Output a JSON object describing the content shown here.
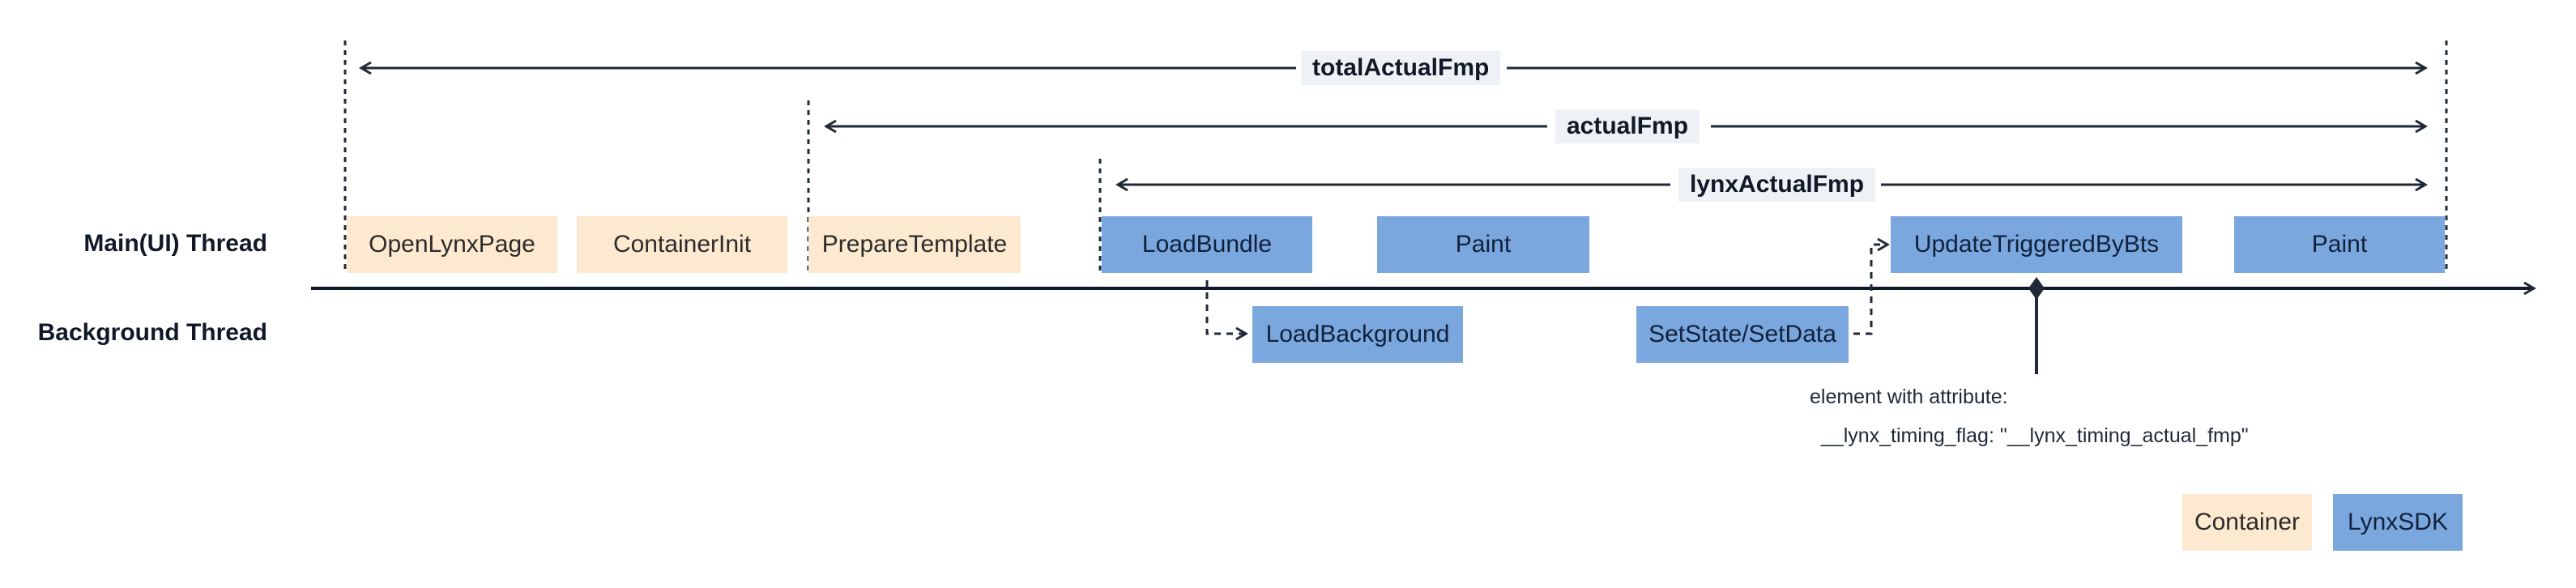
{
  "threads": {
    "main": "Main(UI) Thread",
    "background": "Background Thread"
  },
  "metrics": {
    "total": "totalActualFmp",
    "actual": "actualFmp",
    "lynx": "lynxActualFmp"
  },
  "main_blocks": [
    {
      "label": "OpenLynxPage",
      "kind": "container"
    },
    {
      "label": "ContainerInit",
      "kind": "container"
    },
    {
      "label": "PrepareTemplate",
      "kind": "container"
    },
    {
      "label": "LoadBundle",
      "kind": "sdk"
    },
    {
      "label": "Paint",
      "kind": "sdk"
    },
    {
      "label": "UpdateTriggeredByBts",
      "kind": "sdk"
    },
    {
      "label": "Paint",
      "kind": "sdk"
    }
  ],
  "background_blocks": [
    {
      "label": "LoadBackground",
      "kind": "sdk"
    },
    {
      "label": "SetState/SetData",
      "kind": "sdk"
    }
  ],
  "annotation": {
    "line1": "element with attribute:",
    "line2": "  __lynx_timing_flag: \"__lynx_timing_actual_fmp\""
  },
  "legend": {
    "container": "Container",
    "sdk": "LynxSDK"
  },
  "colors": {
    "container": "#fde9cf",
    "sdk": "#7ba7df",
    "line": "#1f2937"
  }
}
